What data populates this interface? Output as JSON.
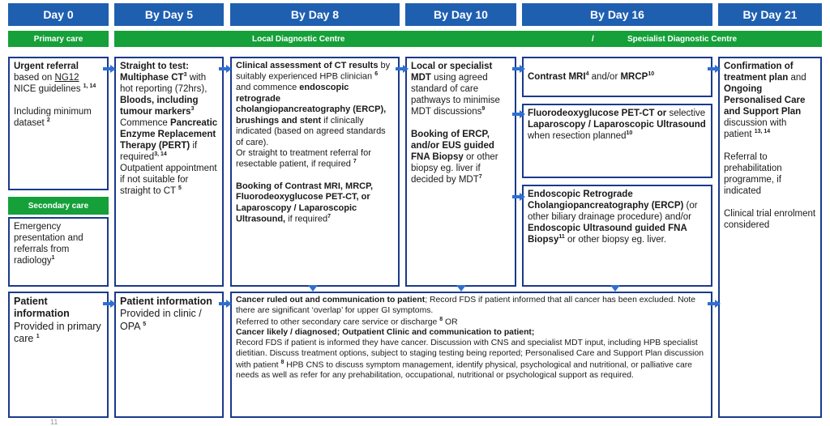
{
  "headers": {
    "d0": "Day 0",
    "d5": "By Day 5",
    "d8": "By Day 8",
    "d10": "By Day 10",
    "d16": "By Day 16",
    "d21": "By Day 21"
  },
  "banners": {
    "primary_care": "Primary care",
    "local_dc": "Local Diagnostic Centre",
    "slash": "/",
    "specialist_dc": "Specialist Diagnostic Centre",
    "secondary_care": "Secondary care"
  },
  "footnote": "11",
  "colors": {
    "header_blue": "#1f5fb0",
    "banner_green": "#15a03a",
    "border_navy": "#1a3a8c",
    "arrow_blue": "#2e6fd1"
  }
}
